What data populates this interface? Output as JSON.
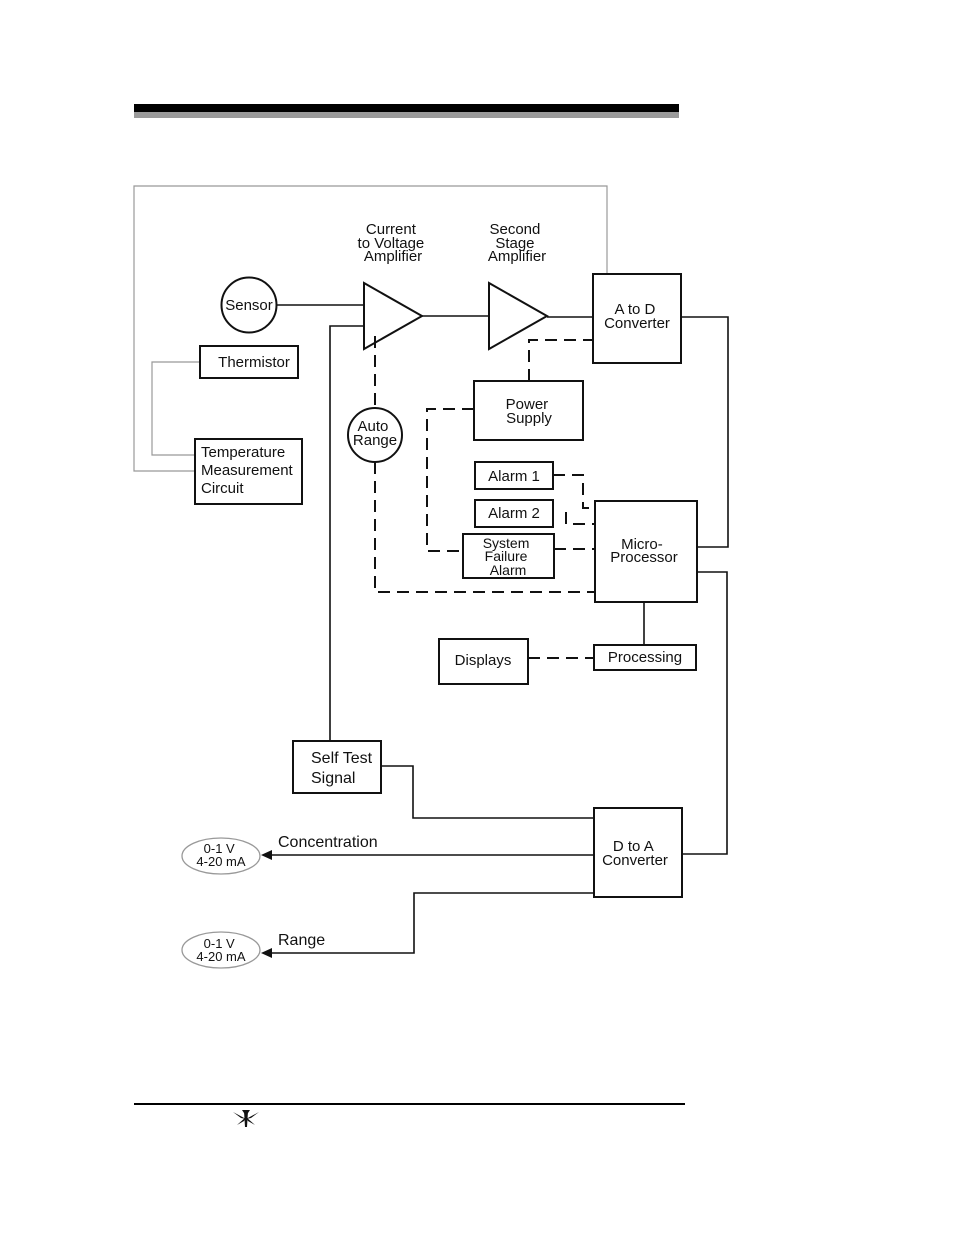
{
  "diagram": {
    "labels": {
      "current_amp": [
        "Current",
        "to Voltage",
        "Amplifier"
      ],
      "second_amp": [
        "Second",
        "Stage",
        "Amplifier"
      ],
      "sensor": "Sensor",
      "a_to_d": [
        "A to D",
        "Converter"
      ],
      "thermistor": "Thermistor",
      "power_supply": [
        "Power",
        "Supply"
      ],
      "auto_range": [
        "Auto",
        "Range"
      ],
      "temp_circuit": [
        "Temperature",
        "Measurement",
        "Circuit"
      ],
      "alarm1": "Alarm 1",
      "alarm2": "Alarm 2",
      "system_failure": [
        "System",
        "Failure",
        "Alarm"
      ],
      "micro": [
        "Micro-",
        "Processor"
      ],
      "displays": "Displays",
      "processing": "Processing",
      "self_test": [
        "Self Test",
        "Signal"
      ],
      "d_to_a": [
        "D to A",
        "Converter"
      ],
      "concentration": "Concentration",
      "range": "Range",
      "output1": [
        "0-1 V",
        "4-20 mA"
      ],
      "output2": [
        "0-1 V",
        "4-20 mA"
      ]
    }
  },
  "footer": {
    "logo_icon": "teledyne-logo-icon"
  }
}
